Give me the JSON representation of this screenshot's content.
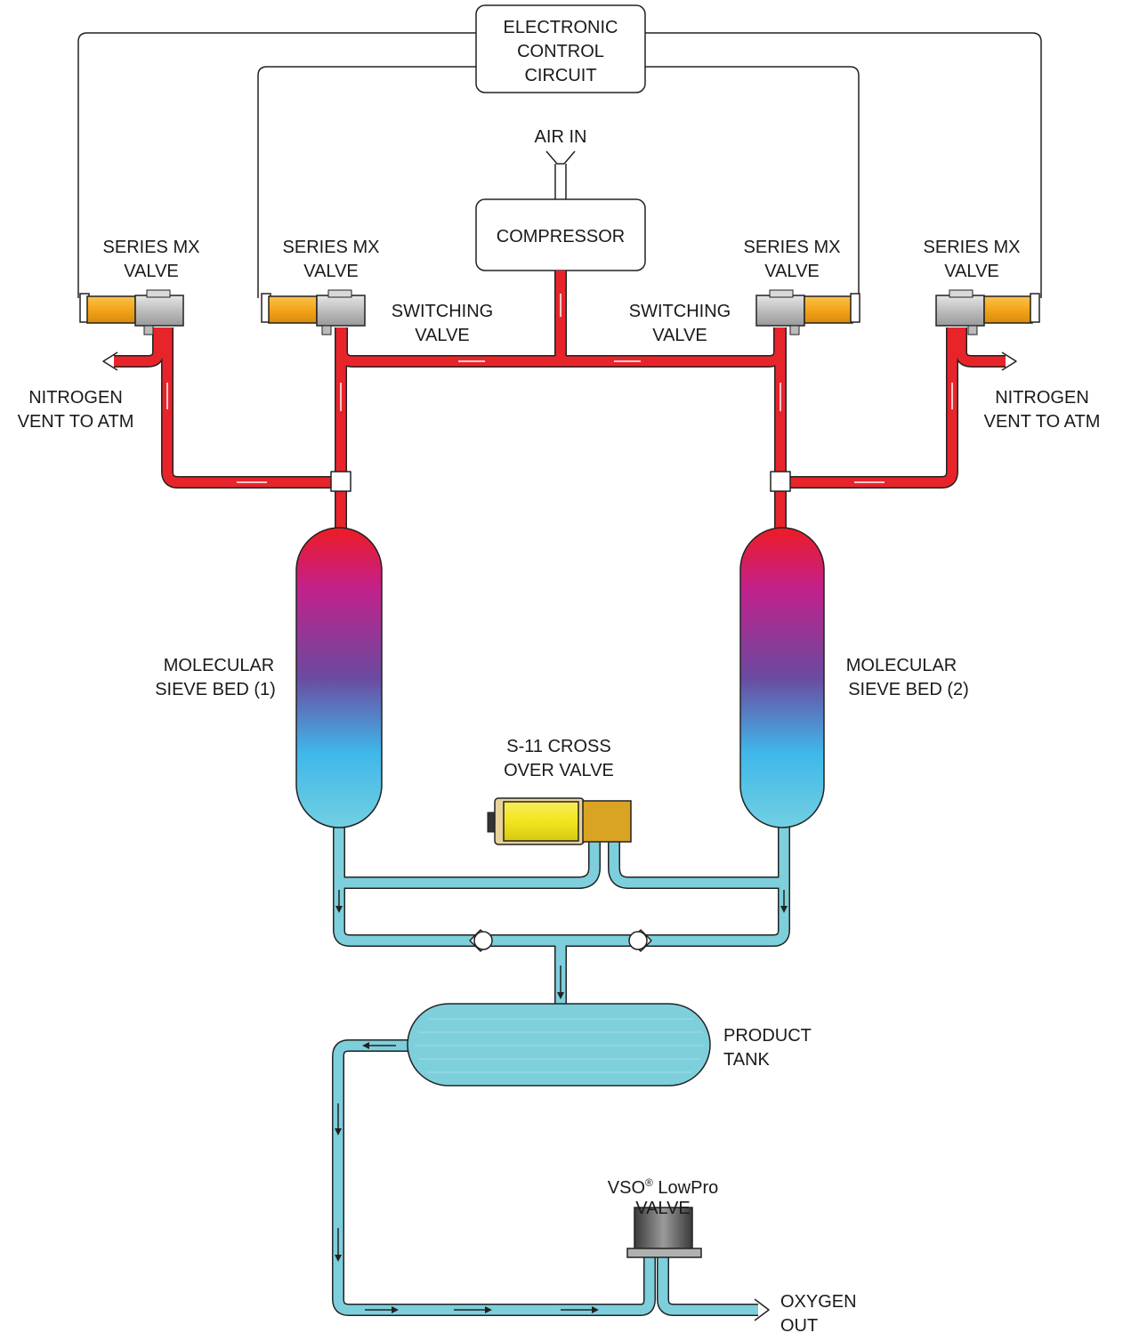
{
  "labels": {
    "control_circuit": [
      "ELECTRONIC",
      "CONTROL",
      "CIRCUIT"
    ],
    "air_in": "AIR IN",
    "compressor": "COMPRESSOR",
    "mx_valve_1": [
      "SERIES MX",
      "VALVE"
    ],
    "mx_valve_2": [
      "SERIES MX",
      "VALVE"
    ],
    "mx_valve_3": [
      "SERIES MX",
      "VALVE"
    ],
    "mx_valve_4": [
      "SERIES MX",
      "VALVE"
    ],
    "switching_left": [
      "SWITCHING",
      "VALVE"
    ],
    "switching_right": [
      "SWITCHING",
      "VALVE"
    ],
    "vent_left": [
      "NITROGEN",
      "VENT TO ATM"
    ],
    "vent_right": [
      "NITROGEN",
      "VENT TO ATM"
    ],
    "sieve_bed_1": [
      "MOLECULAR",
      "SIEVE BED (1)"
    ],
    "sieve_bed_2": [
      "MOLECULAR",
      "SIEVE BED (2)"
    ],
    "crossover_valve": [
      "S-11 CROSS",
      "OVER VALVE"
    ],
    "product_tank": [
      "PRODUCT",
      "TANK"
    ],
    "vso_valve_line1": "VSO",
    "vso_valve_reg": "®",
    "vso_valve_line1b": " LowPro",
    "vso_valve_line2": "VALVE",
    "oxygen_out": [
      "OXYGEN",
      "OUT"
    ]
  },
  "colors": {
    "air_pipe": "#e8242b",
    "oxygen_pipe": "#7ecfdc",
    "mx_coil": "#f4a81c",
    "s11_coil": "#f2e51e",
    "s11_body": "#d9a324"
  }
}
